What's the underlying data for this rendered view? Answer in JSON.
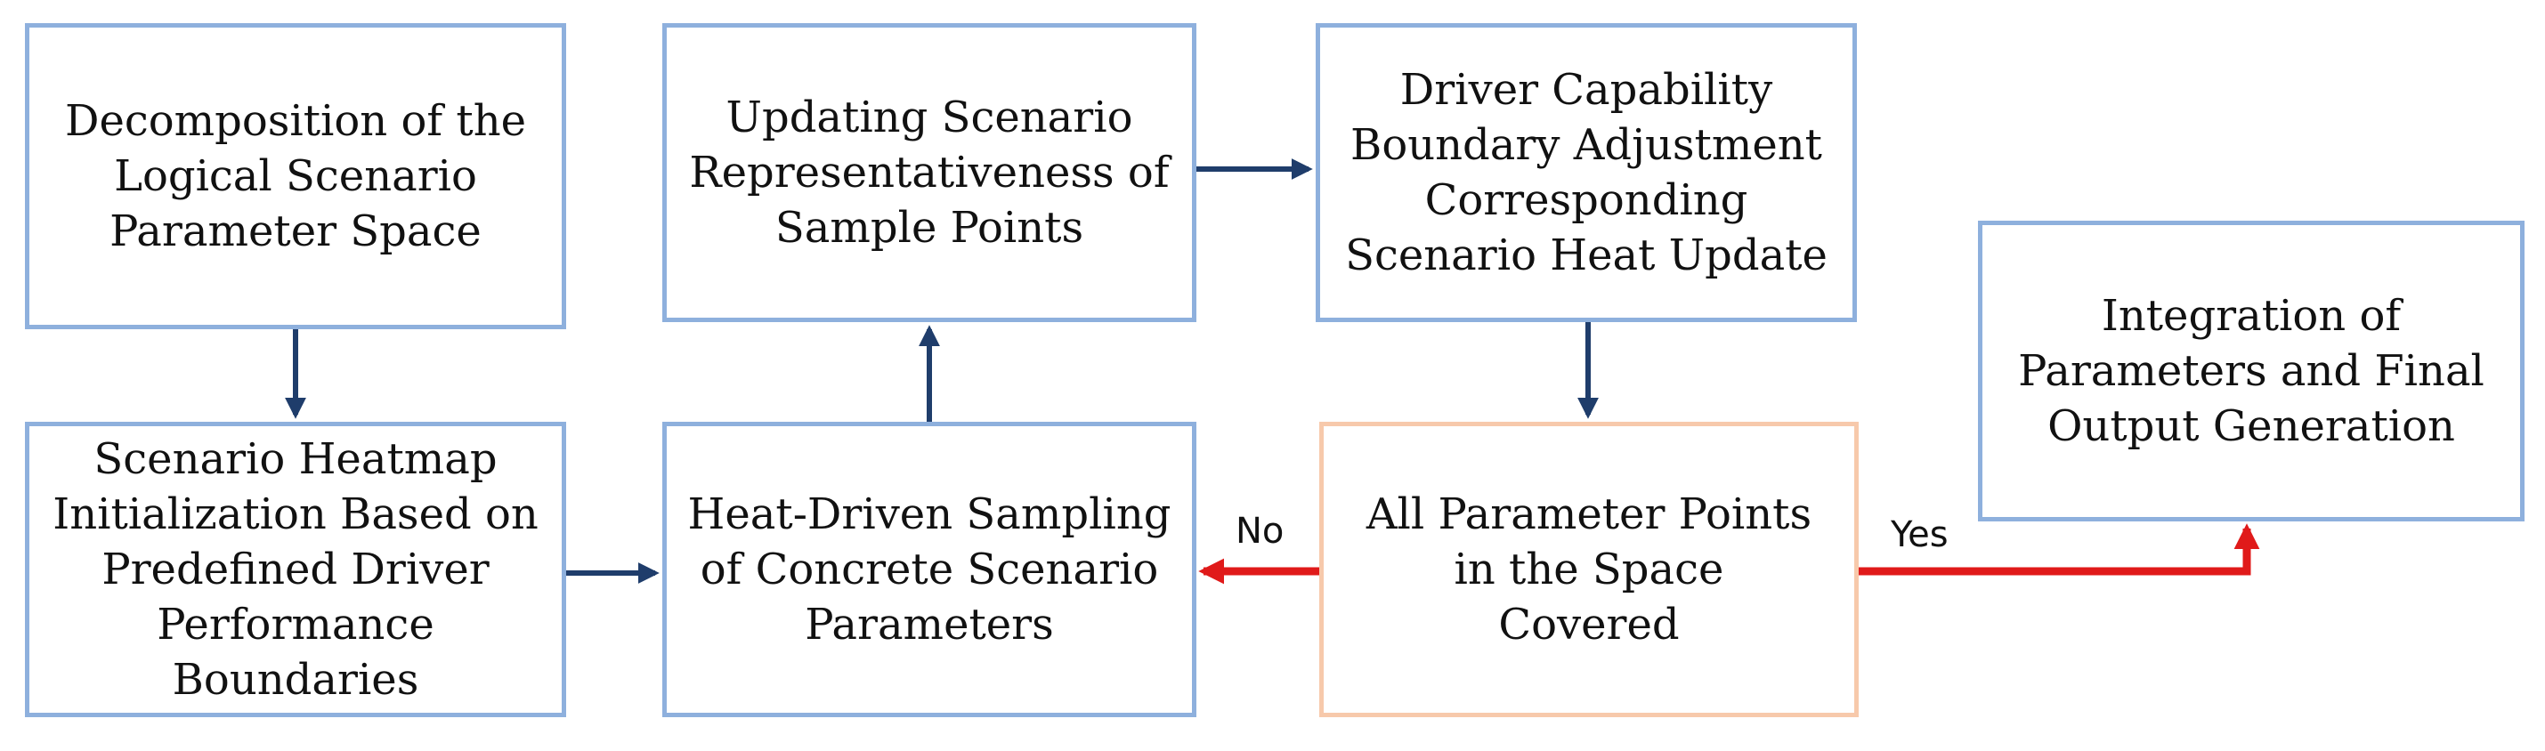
{
  "colors": {
    "box_border": "#8eb0dd",
    "decision_border": "#f7c9ab",
    "flow_arrow": "#1f3d6b",
    "branch_arrow": "#e01a1a"
  },
  "boxes": {
    "decomposition": "Decomposition of the\nLogical Scenario\nParameter Space",
    "heatmap_init": "Scenario Heatmap\nInitialization Based on\nPredefined Driver\nPerformance\nBoundaries",
    "updating": "Updating Scenario\nRepresentativeness of\nSample Points",
    "sampling": "Heat-Driven Sampling\nof Concrete Scenario\nParameters",
    "capability": "Driver Capability\nBoundary Adjustment\nCorresponding\nScenario Heat Update",
    "decision": "All Parameter Points\nin the Space\nCovered",
    "integration": "Integration of\nParameters and Final\nOutput Generation"
  },
  "labels": {
    "no": "No",
    "yes": "Yes"
  }
}
